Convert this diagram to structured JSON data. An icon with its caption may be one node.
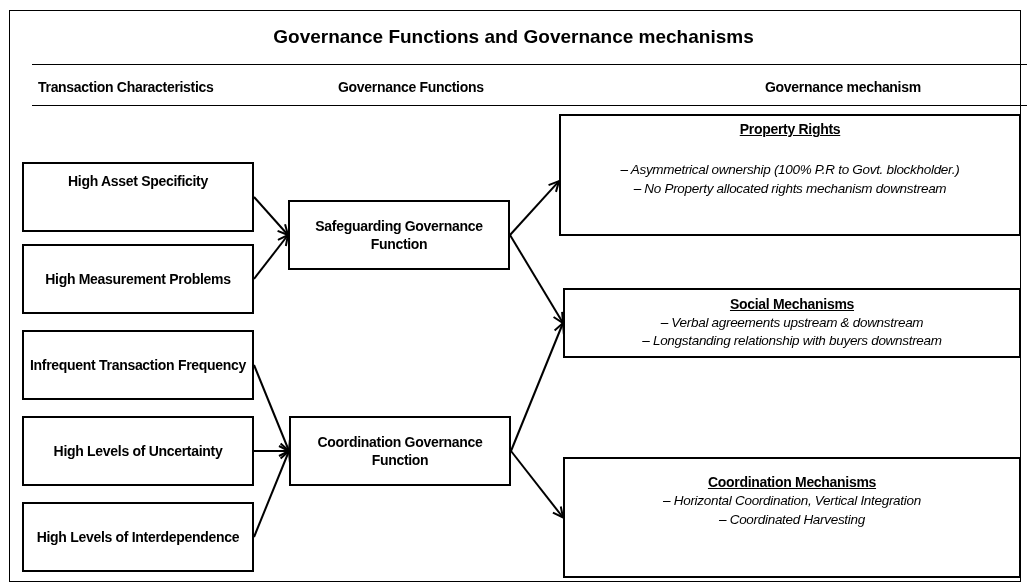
{
  "diagram": {
    "title": "Governance Functions and Governance mechanisms",
    "nodes": [
      {
        "text": [
          "High Asset Specificity"
        ]
      },
      {
        "text": [
          "High Measurement Problems"
        ]
      },
      {
        "text": [
          "Infrequent Transaction Frequency"
        ]
      },
      {
        "text": [
          "High Levels of Uncertainty"
        ]
      },
      {
        "text": [
          "High Levels of Interdependence"
        ]
      },
      {
        "text": [
          "Safeguarding Governance Function"
        ]
      },
      {
        "text": [
          "Coordination Governance Function"
        ]
      },
      {
        "text": [
          "Property Rights",
          "– Asymmetrical ownership (100% P.R to Govt. blockholder.)",
          "– No Property allocated rights mechanism downstream"
        ]
      },
      {
        "text": [
          "Social Mechanisms",
          "– Verbal agreements upstream & downstream",
          "– Longstanding relationship with buyers downstream"
        ]
      },
      {
        "text": [
          "Coordination Mechanisms",
          "– Horizontal Coordination, Vertical Integration",
          "– Coordinated Harvesting"
        ]
      }
    ],
    "edges": [
      {
        "from": 0,
        "to": 5,
        "arrow": "to"
      },
      {
        "from": 1,
        "to": 5,
        "arrow": "to"
      },
      {
        "from": 2,
        "to": 6,
        "arrow": "to"
      },
      {
        "from": 3,
        "to": 6,
        "arrow": "to"
      },
      {
        "from": 4,
        "to": 6,
        "arrow": "to"
      },
      {
        "from": 5,
        "to": 7,
        "arrow": "to"
      },
      {
        "from": 5,
        "to": 8,
        "arrow": "to"
      },
      {
        "from": 6,
        "to": 8,
        "arrow": "to"
      },
      {
        "from": 6,
        "to": 9,
        "arrow": "to"
      }
    ],
    "labels": [
      "Transaction Characteristics",
      "Governance Functions",
      "Governance mechanism"
    ]
  }
}
